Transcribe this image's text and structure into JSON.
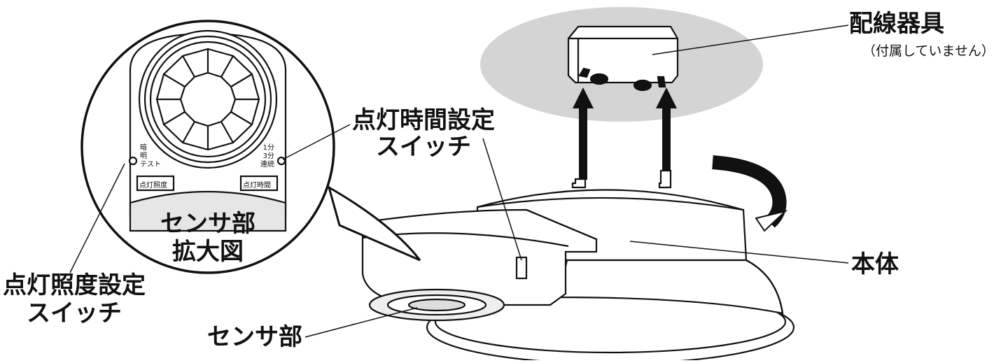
{
  "labels": {
    "wiring_device": "配線器具",
    "wiring_device_note": "（付属していません）",
    "time_switch_line1": "点灯時間設定",
    "time_switch_line2": "スイッチ",
    "main_body": "本体",
    "sensor_part": "センサ部",
    "lux_switch_line1": "点灯照度設定",
    "lux_switch_line2": "スイッチ",
    "zoom_line1": "センサ部",
    "zoom_line2": "拡大図"
  },
  "sensor_panel": {
    "left_options": [
      "暗",
      "明",
      "テスト"
    ],
    "left_title": "点灯照度",
    "right_options": [
      "1分",
      "3分",
      "連続"
    ],
    "right_title": "点灯時間"
  },
  "colors": {
    "ink": "#111111",
    "ceiling_gray": "#d4d4d4",
    "shade_gray": "#bdbdbd",
    "panel_shadow": "#e6e6e6"
  }
}
